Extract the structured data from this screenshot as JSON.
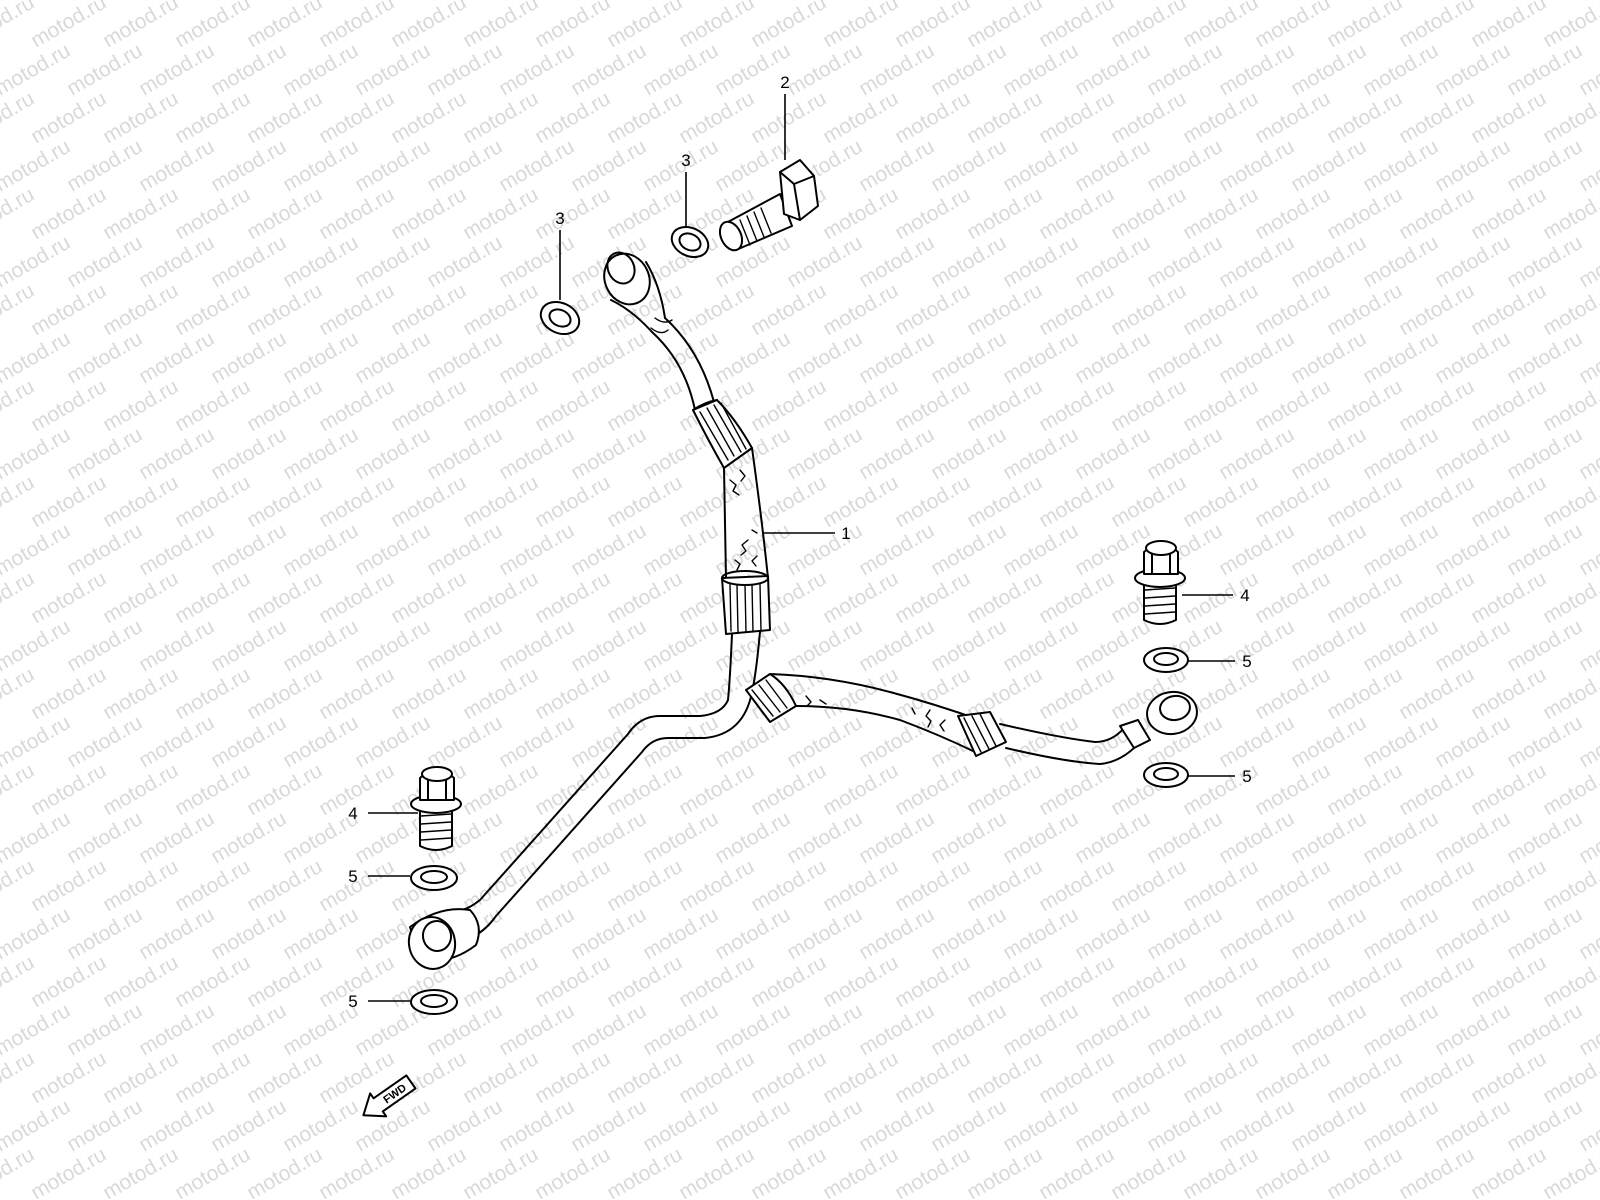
{
  "watermark": {
    "text": "motod.ru",
    "color": "#d9d9d9"
  },
  "callouts": [
    {
      "id": "c1",
      "label": "1",
      "part": "oil-hose-assembly"
    },
    {
      "id": "c2",
      "label": "2",
      "part": "union-bolt"
    },
    {
      "id": "c3a",
      "label": "3",
      "part": "gasket"
    },
    {
      "id": "c3b",
      "label": "3",
      "part": "gasket"
    },
    {
      "id": "c4a",
      "label": "4",
      "part": "flange-bolt"
    },
    {
      "id": "c4b",
      "label": "4",
      "part": "flange-bolt"
    },
    {
      "id": "c5a",
      "label": "5",
      "part": "gasket"
    },
    {
      "id": "c5b",
      "label": "5",
      "part": "gasket"
    },
    {
      "id": "c5c",
      "label": "5",
      "part": "gasket"
    },
    {
      "id": "c5d",
      "label": "5",
      "part": "gasket"
    }
  ],
  "fwd_marker": {
    "label": "FWD",
    "icon": "forward-arrow-icon"
  }
}
